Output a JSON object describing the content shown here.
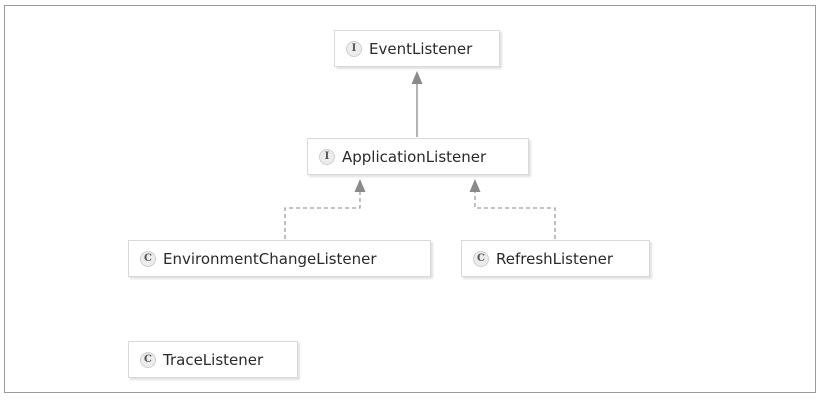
{
  "nodes": {
    "event_listener": {
      "kind": "I",
      "name": "EventListener"
    },
    "application_listener": {
      "kind": "I",
      "name": "ApplicationListener"
    },
    "environment_change_listener": {
      "kind": "C",
      "name": "EnvironmentChangeListener"
    },
    "refresh_listener": {
      "kind": "C",
      "name": "RefreshListener"
    },
    "trace_listener": {
      "kind": "C",
      "name": "TraceListener"
    }
  },
  "relations": [
    {
      "from": "application_listener",
      "to": "event_listener",
      "type": "extends"
    },
    {
      "from": "environment_change_listener",
      "to": "application_listener",
      "type": "implements"
    },
    {
      "from": "refresh_listener",
      "to": "application_listener",
      "type": "implements"
    }
  ],
  "colors": {
    "arrow": "#8a8a8a",
    "node_border": "#d9d9d9",
    "badge_fill": "#ececec"
  }
}
